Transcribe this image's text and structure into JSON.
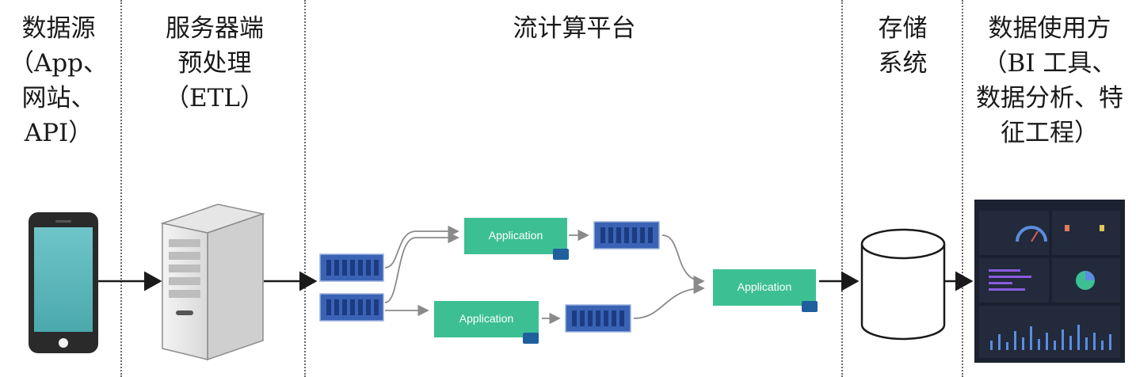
{
  "columns": [
    {
      "label": "数据源\n（App、\n网站、\nAPI）"
    },
    {
      "label": "服务器端\n预处理\n（ETL）"
    },
    {
      "label": "流计算平台"
    },
    {
      "label": "存储\n系统"
    },
    {
      "label": "数据使用方\n（BI 工具、\n数据分析、特\n征工程）"
    }
  ],
  "stream": {
    "app_label": "Application"
  },
  "colors": {
    "app_box": "#3dbf94",
    "queue": "#3a63b5",
    "queue_bar": "#1c3b82",
    "db_badge": "#1f5f9e",
    "arrow": "#1a1a1a",
    "stream_arrow": "#8a8a8a",
    "dashboard": "#1b2130"
  },
  "icons": [
    "smartphone-icon",
    "server-tower-icon",
    "database-cylinder-icon",
    "dashboard-screen-icon"
  ]
}
